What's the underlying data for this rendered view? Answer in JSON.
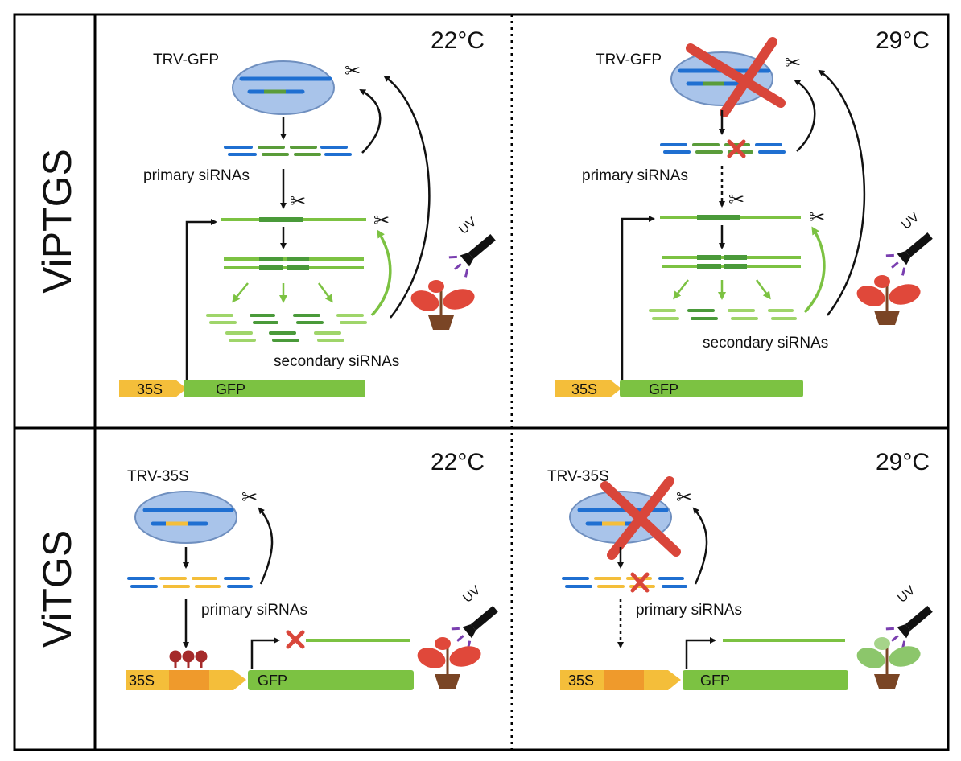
{
  "rows": [
    {
      "label": "ViPTGS",
      "panels": [
        {
          "temperature": "22°C",
          "virus_label": "TRV-GFP",
          "primary_label": "primary siRNAs",
          "secondary_label": "secondary siRNAs",
          "promoter_label": "35S",
          "gene_label": "GFP",
          "uv_label": "UV",
          "virus_blocked": false,
          "plant_color": "#e0483a"
        },
        {
          "temperature": "29°C",
          "virus_label": "TRV-GFP",
          "primary_label": "primary siRNAs",
          "secondary_label": "secondary siRNAs",
          "promoter_label": "35S",
          "gene_label": "GFP",
          "uv_label": "UV",
          "virus_blocked": true,
          "plant_color": "#e0483a"
        }
      ]
    },
    {
      "label": "ViTGS",
      "panels": [
        {
          "temperature": "22°C",
          "virus_label": "TRV-35S",
          "primary_label": "primary siRNAs",
          "promoter_label": "35S",
          "gene_label": "GFP",
          "uv_label": "UV",
          "virus_blocked": false,
          "plant_color": "#e0483a"
        },
        {
          "temperature": "29°C",
          "virus_label": "TRV-35S",
          "primary_label": "primary siRNAs",
          "promoter_label": "35S",
          "gene_label": "GFP",
          "uv_label": "UV",
          "virus_blocked": true,
          "plant_color": "#8cc66b"
        }
      ]
    }
  ],
  "colors": {
    "border": "#000000",
    "virus_fill": "#a9c4ea",
    "virus_stroke": "#6f8fbf",
    "dark_blue": "#1f6fd1",
    "green": "#7cc242",
    "dark_green": "#4a9a3a",
    "light_green": "#9fd56a",
    "yellow": "#f4be3a",
    "orange": "#ef9a2c",
    "red_x": "#d9463a",
    "meth": "#a52a2a",
    "uv_purple": "#7a3fb0",
    "pot": "#7a4525"
  },
  "icons": [
    "scissors-icon",
    "uv-flashlight-icon",
    "plant-icon",
    "cross-icon",
    "methylation-icon"
  ]
}
